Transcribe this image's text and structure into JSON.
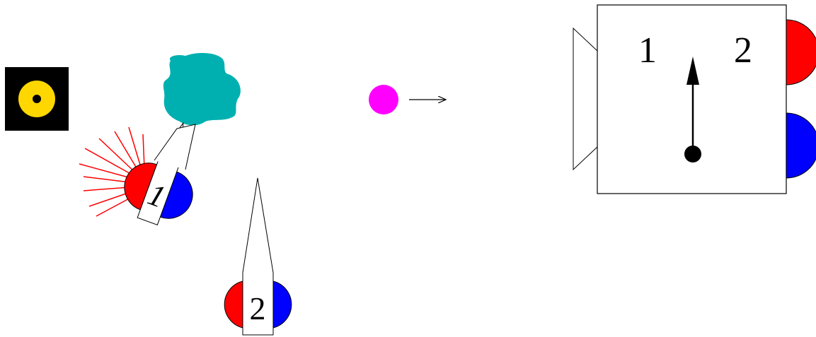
{
  "diagram": {
    "light_source": {
      "icon": "yellow-ring-light-icon",
      "colors": {
        "background": "#000000",
        "ring": "#ffd700",
        "center": "#000000"
      }
    },
    "obstacle": {
      "icon": "cyan-blob-icon",
      "color": "#00b0b0"
    },
    "robot_1": {
      "label": "1",
      "left_sensor_color": "#ff0000",
      "right_sensor_color": "#0000ff",
      "emitting_light_color": "#ff0000"
    },
    "robot_2": {
      "label": "2",
      "left_sensor_color": "#ff0000",
      "right_sensor_color": "#0000ff"
    },
    "moving_object": {
      "icon": "magenta-ball-icon",
      "color": "#ff00ff",
      "motion": "right-arrow-icon"
    },
    "camera_view": {
      "icon": "camera-icon",
      "label_left": "1",
      "label_right": "2",
      "top_sensor_color": "#ff0000",
      "bottom_sensor_color": "#0000ff",
      "needle": "upward-arrow-needle-icon"
    }
  }
}
